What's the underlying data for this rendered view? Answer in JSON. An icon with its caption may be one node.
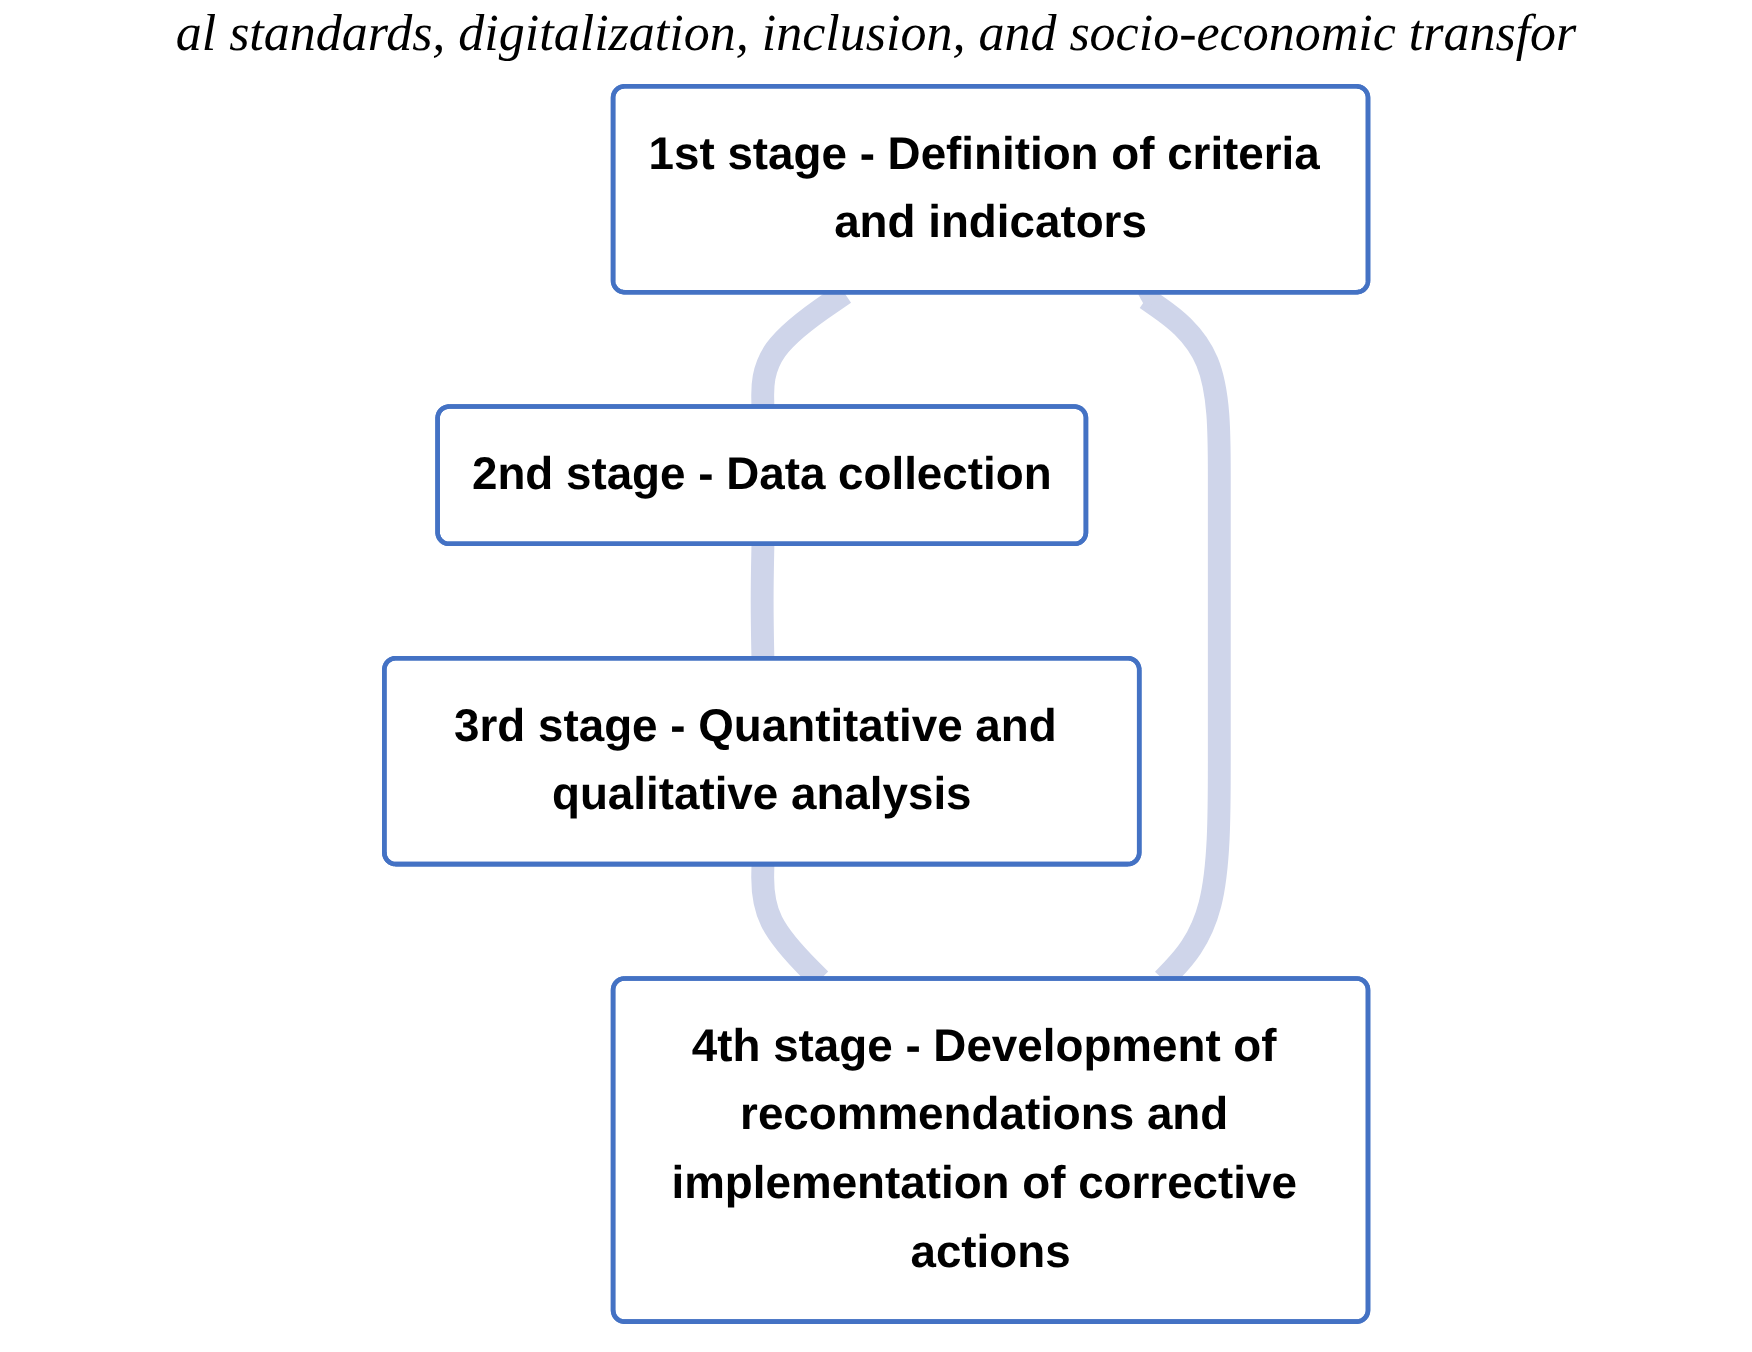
{
  "diagram": {
    "nodes": [
      {
        "text": [
          "1st stage - Definition of criteria and indicators"
        ]
      },
      {
        "text": [
          "2nd stage - Data collection"
        ]
      },
      {
        "text": [
          "3rd stage - Quantitative and qualitative analysis"
        ]
      },
      {
        "text": [
          "4th stage - Development of recommendations and implementation of corrective actions"
        ]
      }
    ],
    "edges": [
      {
        "from": 0,
        "to": 1,
        "arrow": "none"
      },
      {
        "from": 1,
        "to": 2,
        "arrow": "none"
      },
      {
        "from": 2,
        "to": 3,
        "arrow": "none"
      },
      {
        "from": 3,
        "to": 0,
        "arrow": "to"
      }
    ],
    "labels": [
      "al standards, digitalization, inclusion, and socio-economic transfor"
    ]
  }
}
